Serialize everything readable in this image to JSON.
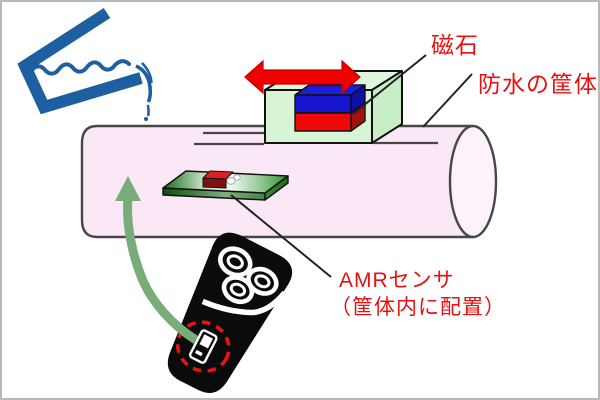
{
  "diagram": {
    "description": "waterproof-magnetic-switch-mechanism-diagram",
    "labels": {
      "magnet": "磁石",
      "waterproof_housing": "防水の筐体",
      "sensor": "AMRセンサ",
      "sensor_note": "（筐体内に配置）"
    },
    "icons": {
      "water_pour": "water-pour-icon",
      "slide_arrow": "left-right-red-arrow-icon",
      "location_arrow": "curved-green-arrow-icon",
      "switch_highlight": "red-dashed-ellipse-highlight",
      "shaver": "electric-shaver-graphic",
      "magnet_block": "magnet-block-graphic",
      "slider_knob": "slider-knob-box-graphic",
      "housing_cylinder": "cylinder-housing-graphic",
      "sensor_board": "amr-sensor-board-graphic"
    },
    "colors": {
      "label_red": "#e81111",
      "arrow_red": "#ee0000",
      "highlight_red": "#ee1111",
      "magnet_blue": "#1515cf",
      "magnet_red": "#ee0808",
      "box_green": "#d7f4d5",
      "box_green_top": "#dff8dd",
      "box_green_side": "#c9eec7",
      "cylinder_pink": "#fae8f7",
      "cylinder_pink_light": "#fdf1fb",
      "cylinder_outline": "#474747",
      "water_blue": "#1d5fa0",
      "arrow_green": "#78ad7a",
      "shaver_black": "#0b0b0b",
      "pcb_green": "#2f8f2f"
    }
  }
}
